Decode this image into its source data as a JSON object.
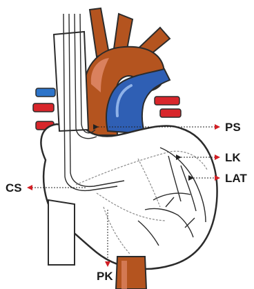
{
  "labels": {
    "ps": "PS",
    "lk": "LK",
    "lat": "LAT",
    "cs": "CS",
    "pk": "PK"
  },
  "colors": {
    "aorta": "#b4541f",
    "aorta_highlight": "#e0896a",
    "pulmonary_blue": "#2f5fb4",
    "vein_red": "#d8262b",
    "vein_blue": "#2d74c9",
    "arrow_red": "#d21f25",
    "outline": "#2b2b2b",
    "wire_gray": "#8a8a8a"
  }
}
